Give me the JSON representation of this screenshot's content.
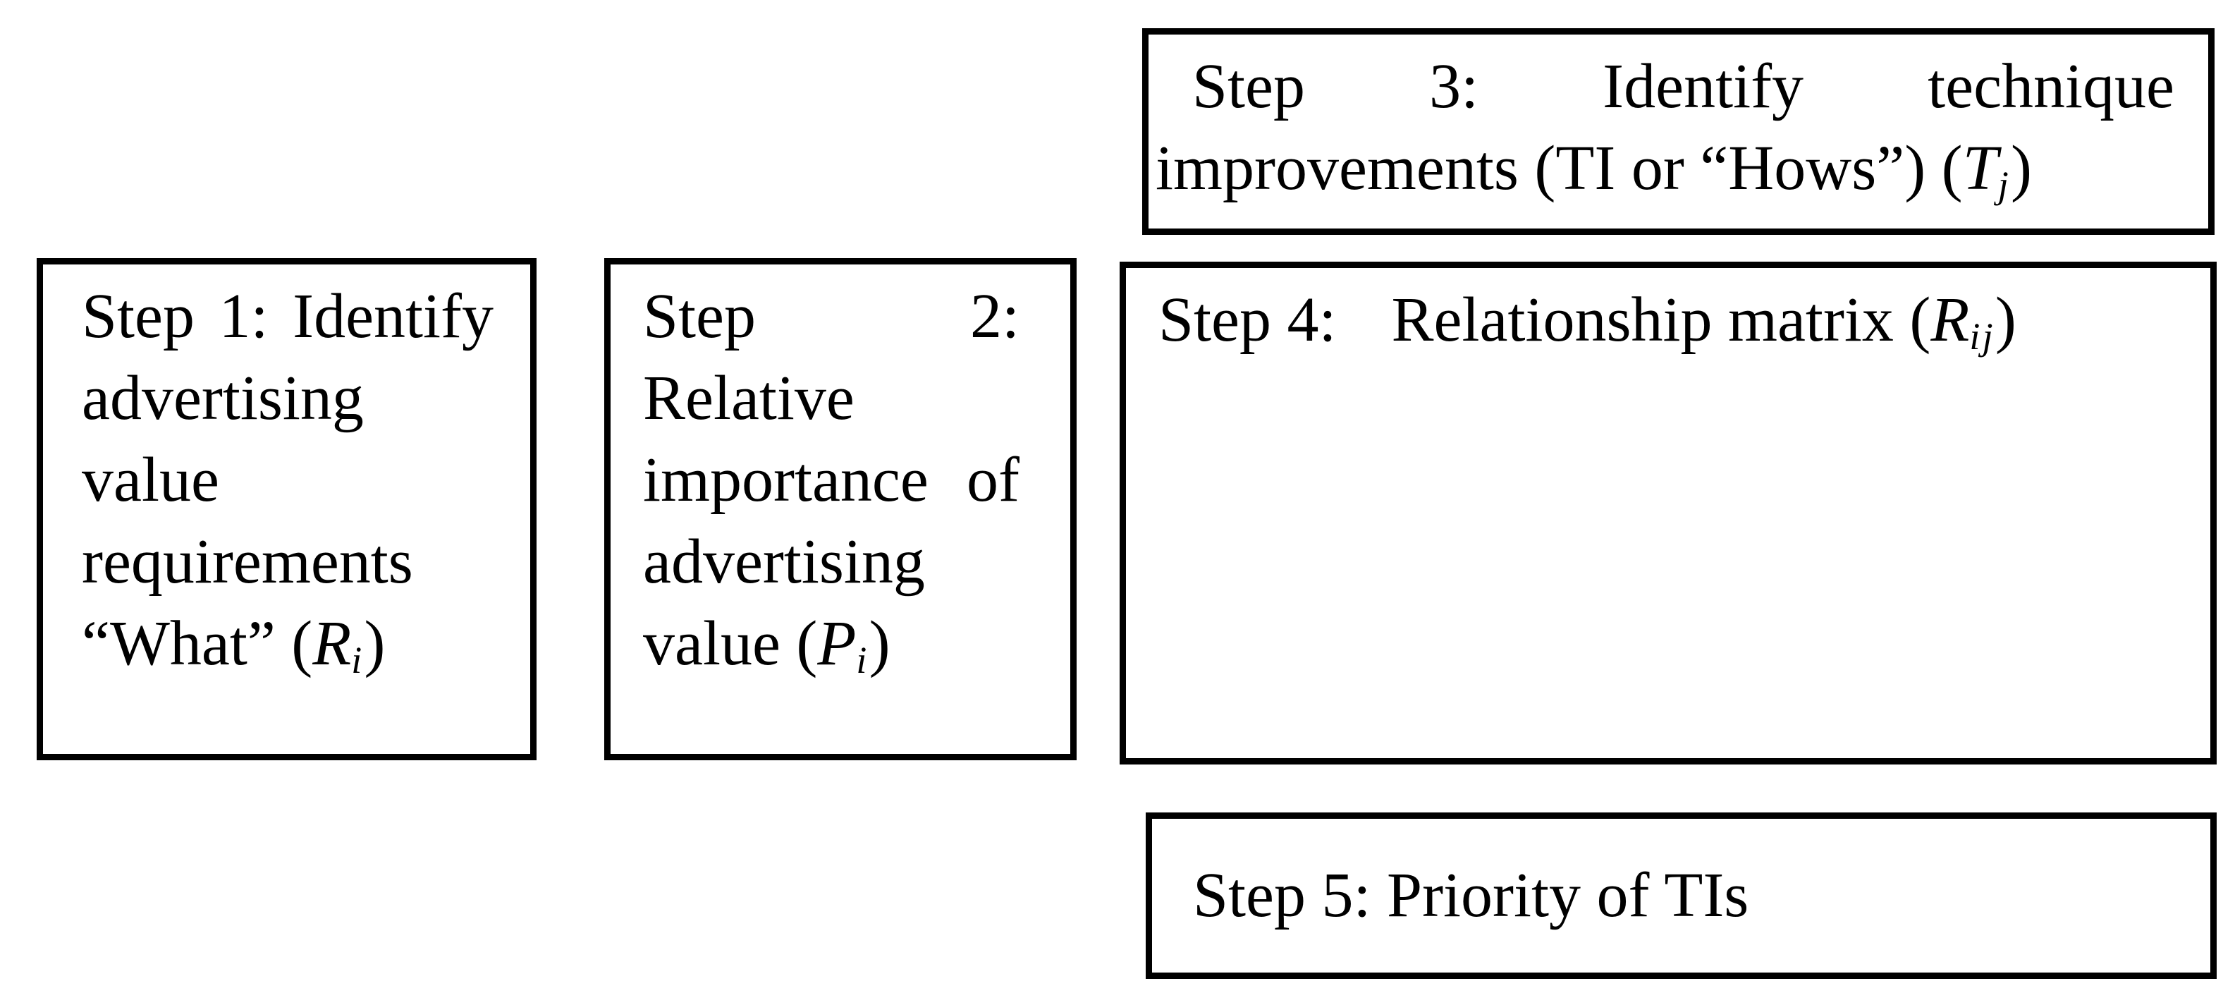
{
  "figure": {
    "description": "Five-step QFD process diagram made of outlined boxes",
    "colors": {
      "background": "#ffffff",
      "border": "#000000",
      "text": "#000000"
    },
    "boxes": [
      {
        "name": "step-1",
        "lines": [
          {
            "justify": true,
            "segments": [
              {
                "text": "Step 1: Identify"
              }
            ]
          },
          {
            "segments": [
              {
                "text": "advertising"
              }
            ]
          },
          {
            "segments": [
              {
                "text": "value"
              }
            ]
          },
          {
            "segments": [
              {
                "text": "requirements"
              }
            ]
          },
          {
            "segments": [
              {
                "text": "“What” ("
              },
              {
                "text": "R",
                "style": "italic"
              },
              {
                "text": "i",
                "style": "subscript"
              },
              {
                "text": ")"
              }
            ]
          }
        ]
      },
      {
        "name": "step-2",
        "lines": [
          {
            "justify": true,
            "segments": [
              {
                "text": "Step 2:"
              }
            ]
          },
          {
            "segments": [
              {
                "text": "Relative"
              }
            ]
          },
          {
            "justify": true,
            "segments": [
              {
                "text": "importance of"
              }
            ]
          },
          {
            "segments": [
              {
                "text": "advertising"
              }
            ]
          },
          {
            "segments": [
              {
                "text": "value ("
              },
              {
                "text": "P",
                "style": "italic"
              },
              {
                "text": "i",
                "style": "subscript"
              },
              {
                "text": ")"
              }
            ]
          }
        ]
      },
      {
        "name": "step-3",
        "lines": [
          {
            "justify": true,
            "indent": true,
            "segments": [
              {
                "text": "Step 3: Identify technique"
              }
            ]
          },
          {
            "segments": [
              {
                "text": "improvements (TI or “Hows”) ("
              },
              {
                "text": "T",
                "style": "italic"
              },
              {
                "text": "j",
                "style": "subscript"
              },
              {
                "text": ")"
              }
            ]
          }
        ]
      },
      {
        "name": "step-4",
        "lines": [
          {
            "segments": [
              {
                "text": "Step 4:"
              },
              {
                "text": "",
                "style": "gap"
              },
              {
                "text": "Relationship matrix ("
              },
              {
                "text": "R",
                "style": "italic"
              },
              {
                "text": "ij",
                "style": "subscript"
              },
              {
                "text": ")"
              }
            ]
          }
        ]
      },
      {
        "name": "step-5",
        "lines": [
          {
            "segments": [
              {
                "text": "Step 5: Priority of TIs"
              }
            ]
          }
        ]
      }
    ]
  }
}
